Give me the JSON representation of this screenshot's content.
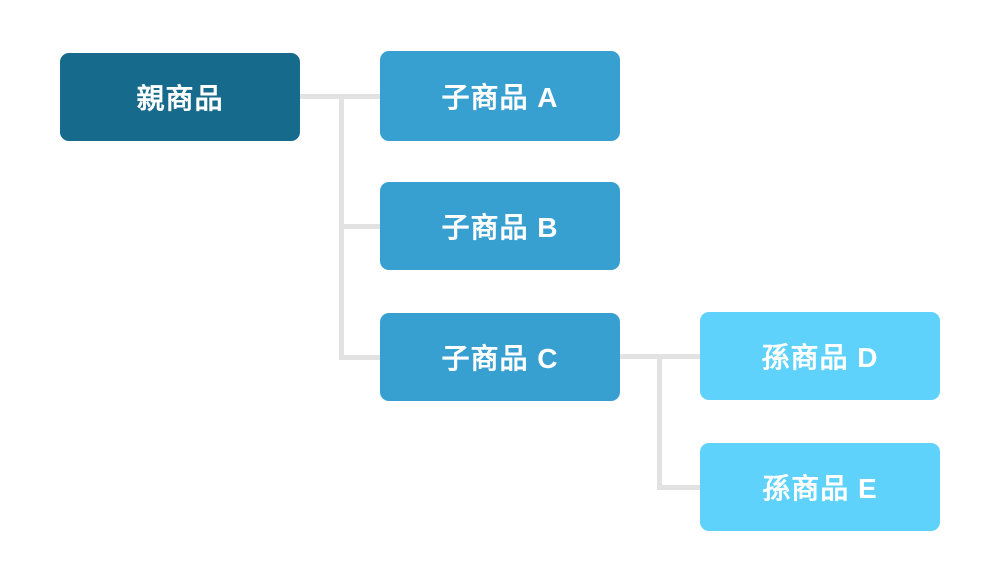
{
  "diagram": {
    "type": "hierarchy-tree",
    "background": "#ffffff",
    "connector_color": "#e2e2e2",
    "levels": {
      "parent_color": "#166a8c",
      "child_color": "#38a0d0",
      "grandchild_color": "#5ed2fb",
      "text_color": "#ffffff"
    },
    "nodes": {
      "parent": {
        "label": "親商品",
        "level": "parent"
      },
      "child_a": {
        "label": "子商品 A",
        "level": "child"
      },
      "child_b": {
        "label": "子商品 B",
        "level": "child"
      },
      "child_c": {
        "label": "子商品 C",
        "level": "child"
      },
      "grand_d": {
        "label": "孫商品 D",
        "level": "grandchild"
      },
      "grand_e": {
        "label": "孫商品 E",
        "level": "grandchild"
      }
    },
    "edges": [
      {
        "from": "親商品",
        "to": "子商品 A"
      },
      {
        "from": "親商品",
        "to": "子商品 B"
      },
      {
        "from": "親商品",
        "to": "子商品 C"
      },
      {
        "from": "子商品 C",
        "to": "孫商品 D"
      },
      {
        "from": "子商品 C",
        "to": "孫商品 E"
      }
    ]
  }
}
